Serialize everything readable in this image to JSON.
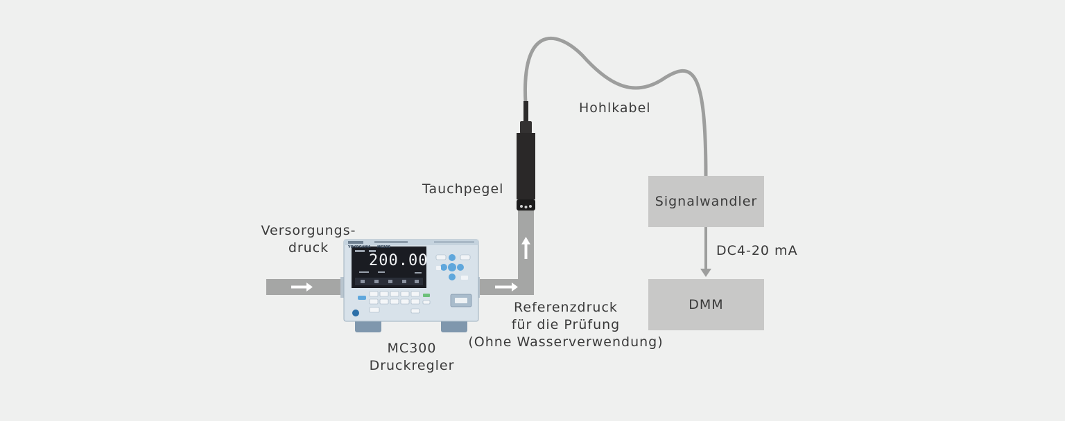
{
  "labels": {
    "supply_line1": "Versorgungs-",
    "supply_line2": "druck",
    "probe": "Tauchpegel",
    "cable": "Hohlkabel",
    "converter": "Signalwandler",
    "signal": "DC4-20 mA",
    "dmm": "DMM",
    "reference_line1": "Referenzdruck",
    "reference_line2": "für die Prüfung",
    "reference_line3": "(Ohne Wasserverwendung)",
    "controller_line1": "MC300",
    "controller_line2": "Druckregler"
  },
  "device": {
    "brand": "YOKOGAWA",
    "model": "MC300",
    "display_value": "200.00"
  },
  "colors": {
    "background": "#eff0ef",
    "pipe": "#a5a6a5",
    "box": "#c8c8c7",
    "device_body": "#d8e2ea",
    "screen": "#1a1c22"
  }
}
